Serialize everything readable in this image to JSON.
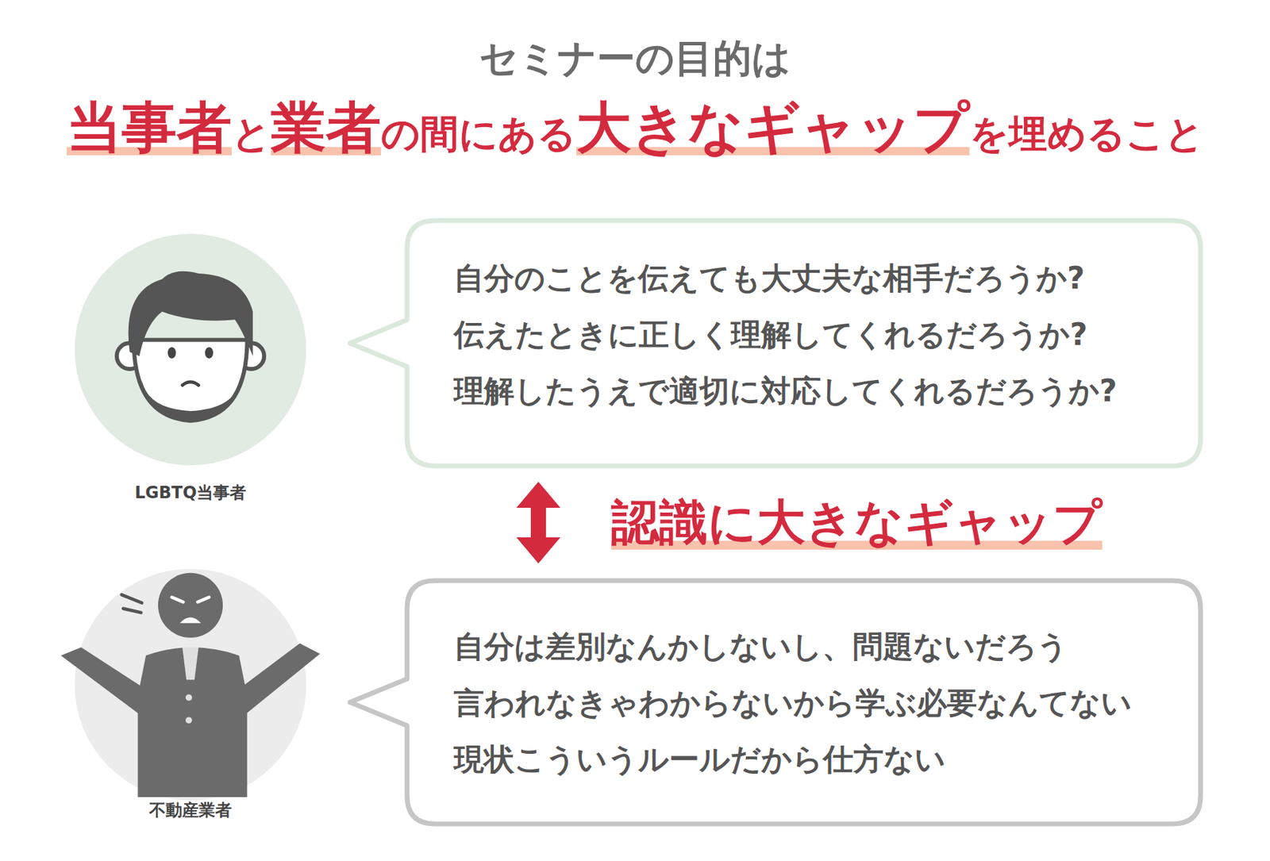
{
  "diagram": {
    "title": "セミナーの目的は",
    "nodes": [
      {
        "text": [
          "LGBTQ当事者"
        ]
      },
      {
        "text": [
          "自分のことを伝えても大丈夫な相手だろうか?",
          "伝えたときに正しく理解してくれるだろうか?",
          "理解したうえで適切に対応してくれるだろうか?"
        ]
      },
      {
        "text": [
          "不動産業者"
        ]
      },
      {
        "text": [
          "自分は差別なんかしないし、問題ないだろう",
          "言われなきゃわからないから学ぶ必要なんてない",
          "現状こういうルールだから仕方ない"
        ]
      }
    ],
    "edges": [
      {
        "from": 1,
        "to": 3,
        "arrow": "both",
        "label": "認識に大きなギャップ"
      }
    ],
    "labels": [
      "当事者",
      "と",
      "業者",
      "の間にある",
      "大きなギャップ",
      "を埋めること"
    ]
  }
}
